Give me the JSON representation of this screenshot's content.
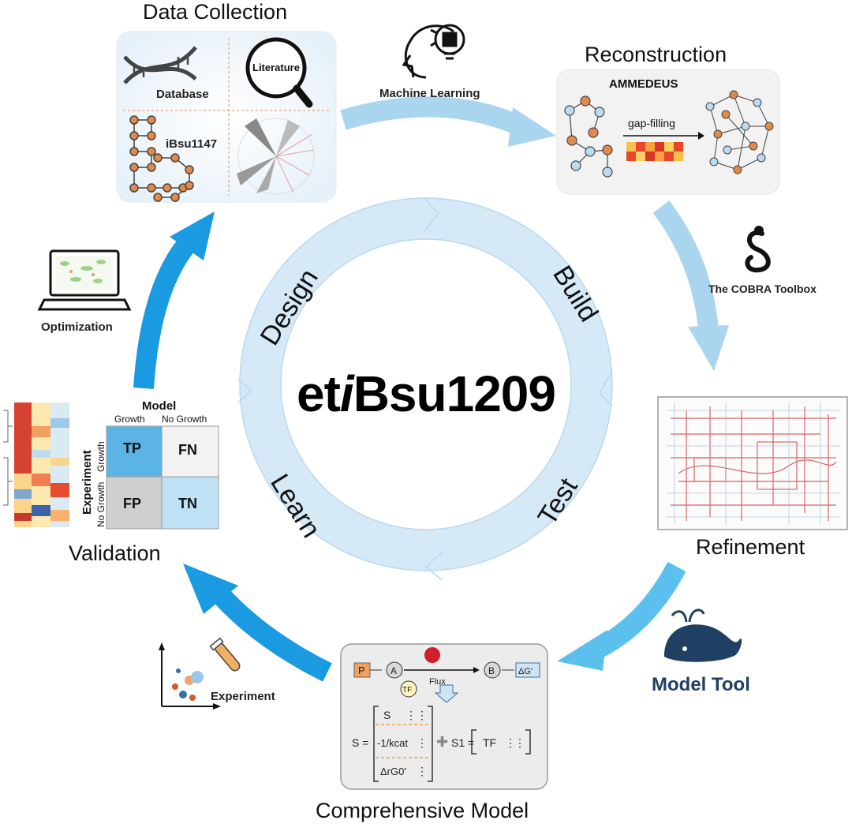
{
  "center": {
    "prefix": "et",
    "italic": "i",
    "suffix": "Bsu1209"
  },
  "cycle_phases": {
    "design": "Design",
    "build": "Build",
    "test": "Test",
    "learn": "Learn"
  },
  "stages": {
    "data_collection": {
      "title": "Data Collection",
      "database": "Database",
      "literature": "Literature",
      "model_name": "iBsu1147"
    },
    "reconstruction": {
      "title": "Reconstruction",
      "tool": "AMMEDEUS",
      "gap_filling": "gap-filling"
    },
    "refinement": {
      "title": "Refinement"
    },
    "comprehensive_model": {
      "title": "Comprehensive  Model",
      "p": "P",
      "a": "A",
      "b": "B",
      "tf": "TF",
      "flux": "Flux",
      "dg": "ΔG'",
      "s_eq": "S =",
      "s_row": "S",
      "kcat_row": "-1/kcat",
      "dg_row": "ΔrG0'",
      "s1_eq": "S1 =",
      "tf_row": "TF"
    },
    "validation": {
      "title": "Validation",
      "model_header": "Model",
      "col_growth": "Growth",
      "col_no_growth": "No Growth",
      "experiment_header": "Experiment",
      "row_growth": "Growth",
      "row_no_growth": "No Growth",
      "tp": "TP",
      "fn": "FN",
      "fp": "FP",
      "tn": "TN"
    }
  },
  "tools": {
    "machine_learning": "Machine Learning",
    "cobra": "The COBRA Toolbox",
    "model_tool": "Model Tool",
    "experiment": "Experiment",
    "optimization": "Optimization"
  },
  "colors": {
    "ring": "#d6e9f6",
    "ring_stroke": "#b9d8ee",
    "arrow_light": "#a9d5ef",
    "arrow_dark": "#1a9ae0",
    "tp": "#5cb3e6",
    "tn": "#bfe1f5",
    "fp": "#cfcfcf",
    "fn": "#f2f2f2",
    "node_orange": "#e18a4a",
    "node_blue": "#b9dcf0",
    "whale": "#1f3f63"
  }
}
